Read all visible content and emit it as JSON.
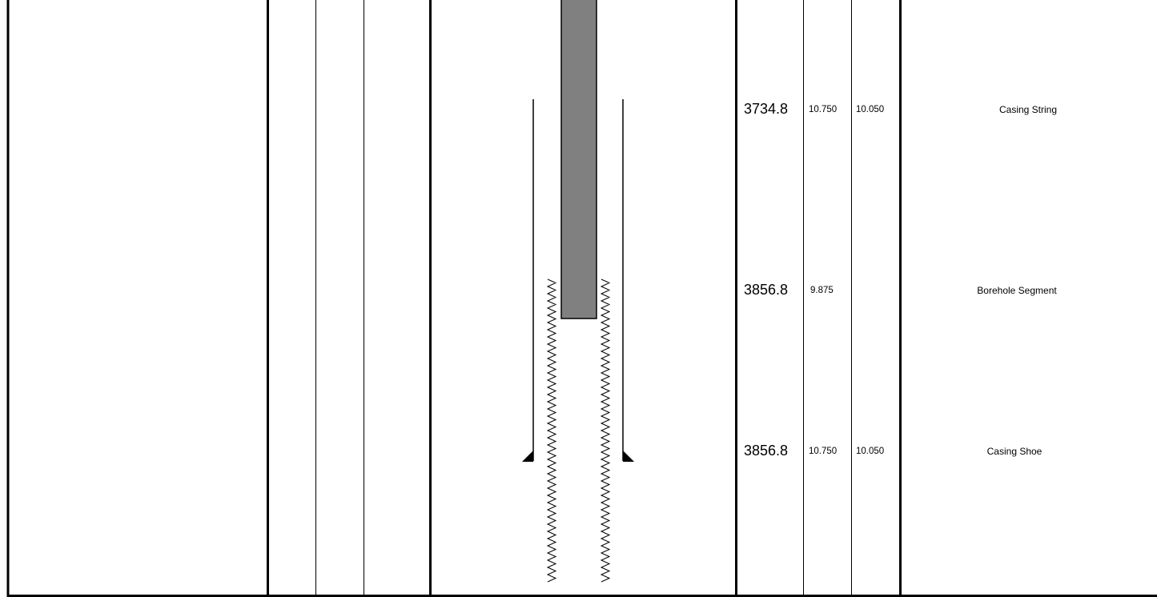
{
  "rows": [
    {
      "depth": "3734.8",
      "od": "10.750",
      "id": "10.050",
      "component": "Casing String"
    },
    {
      "depth": "3856.8",
      "od": "9.875",
      "id": "",
      "component": "Borehole Segment"
    },
    {
      "depth": "3856.8",
      "od": "10.750",
      "id": "10.050",
      "component": "Casing Shoe"
    }
  ],
  "colors": {
    "line": "#000000",
    "tubing_fill": "#808080",
    "background": "#ffffff"
  },
  "icons": [
    "casing-shoe-icon",
    "borehole-wall-zigzag"
  ]
}
